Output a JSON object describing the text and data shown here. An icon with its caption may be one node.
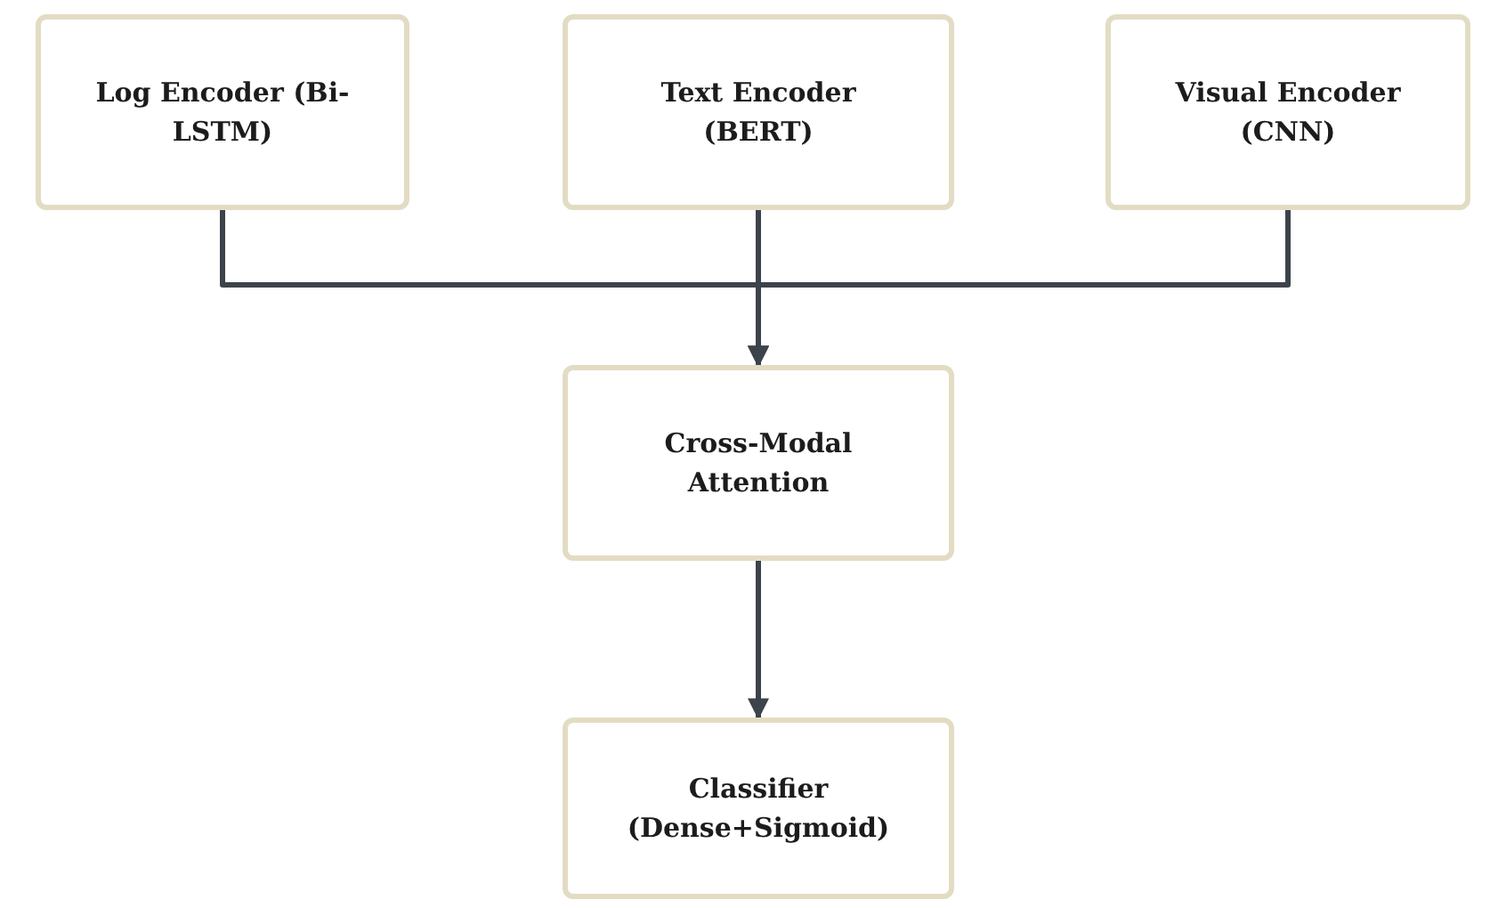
{
  "diagram": {
    "nodes": [
      {
        "text": [
          "Log Encoder (Bi-LSTM)"
        ]
      },
      {
        "text": [
          "Text Encoder (BERT)"
        ]
      },
      {
        "text": [
          "Visual Encoder (CNN)"
        ]
      },
      {
        "text": [
          "Cross-Modal Attention"
        ]
      },
      {
        "text": [
          "Classifier (Dense+Sigmoid)"
        ]
      }
    ],
    "edges": [
      {
        "from": 0,
        "to": 3,
        "arrow": "to"
      },
      {
        "from": 1,
        "to": 3,
        "arrow": "to"
      },
      {
        "from": 2,
        "to": 3,
        "arrow": "to"
      },
      {
        "from": 3,
        "to": 4,
        "arrow": "to"
      }
    ]
  }
}
